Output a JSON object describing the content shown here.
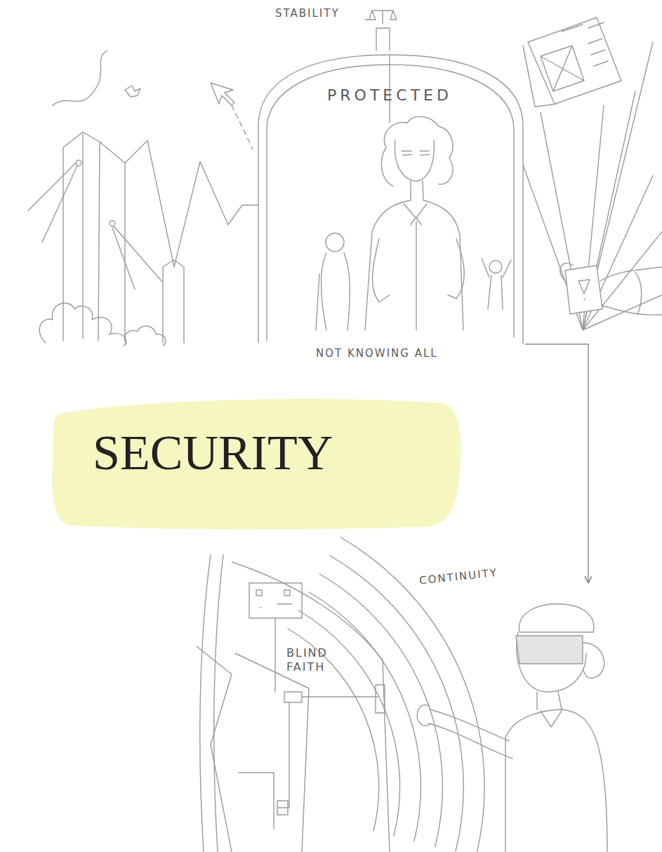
{
  "diagram": {
    "nodes": [
      {
        "text": [
          "PROTECTED"
        ]
      },
      {
        "text": [
          "SECURITY"
        ]
      },
      {
        "text": [
          "BLIND FAITH"
        ]
      }
    ],
    "edges": [
      {
        "from": 0,
        "to": 2,
        "arrow": "to"
      }
    ],
    "labels": [
      "STABILITY",
      "NOT KNOWING ALL",
      "CONTINUITY"
    ]
  }
}
